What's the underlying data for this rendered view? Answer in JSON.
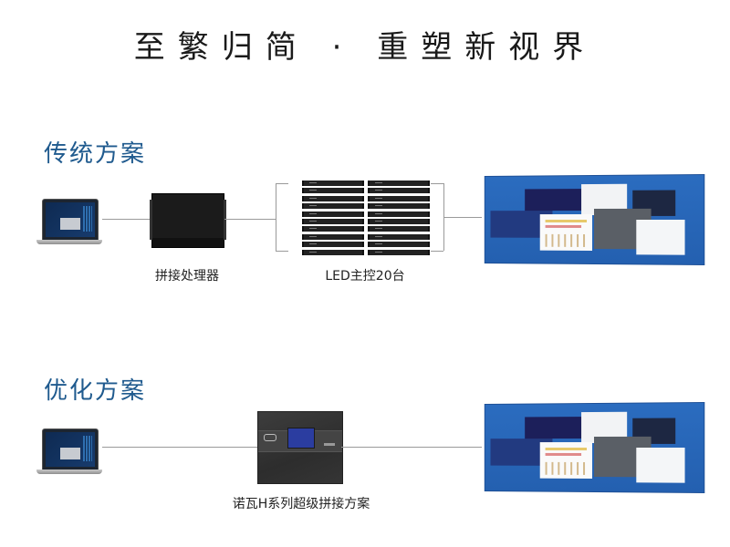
{
  "headline": "至繁归简 · 重塑新视界",
  "colors": {
    "section_title": "#1f5a8e",
    "connector": "#9a9a9a",
    "led_wall": "#2b6cbf"
  },
  "traditional": {
    "title": "传统方案",
    "devices": [
      {
        "name": "laptop",
        "icon": "laptop-icon"
      },
      {
        "name": "splicing-processor",
        "label": "拼接处理器",
        "icon": "processor-icon"
      },
      {
        "name": "led-controllers",
        "label": "LED主控20台",
        "count": 20,
        "icon": "led-controller-icon"
      },
      {
        "name": "led-wall",
        "icon": "led-display-wall-icon"
      }
    ]
  },
  "optimized": {
    "title": "优化方案",
    "devices": [
      {
        "name": "laptop",
        "icon": "laptop-icon"
      },
      {
        "name": "nova-h-series",
        "label": "诺瓦H系列超级拼接方案",
        "icon": "h-series-processor-icon"
      },
      {
        "name": "led-wall",
        "icon": "led-display-wall-icon"
      }
    ]
  }
}
